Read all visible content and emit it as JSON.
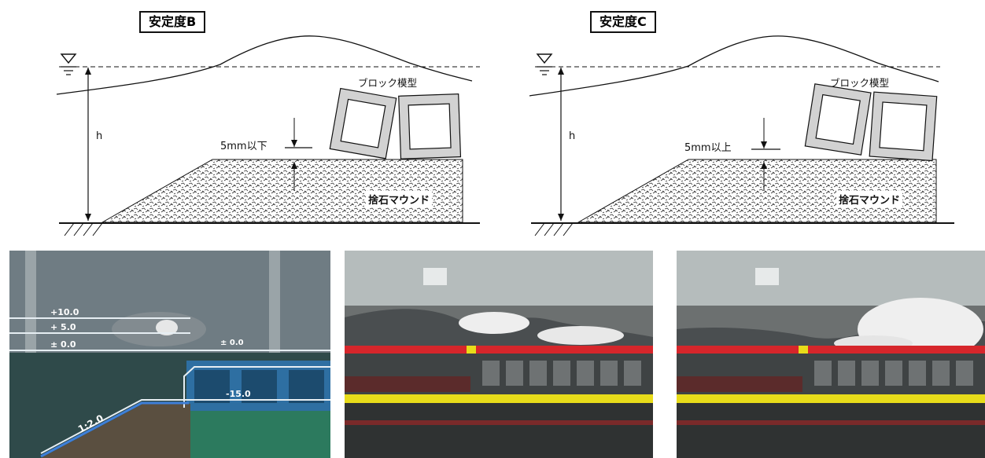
{
  "diagram_b": {
    "title": "安定度B",
    "depth_label": "h",
    "block_label": "ブロック模型",
    "settlement_label": "5mm以下",
    "mound_label": "捨石マウンド"
  },
  "diagram_c": {
    "title": "安定度C",
    "depth_label": "h",
    "block_label": "ブロック模型",
    "settlement_label": "5mm以上",
    "mound_label": "捨石マウンド"
  },
  "photo_1": {
    "marks": [
      "+10.0",
      "+ 5.0",
      "± 0.0",
      "± 0.0",
      "-15.0",
      "1:2.0"
    ]
  },
  "colors": {
    "red_rail": "#d6262b",
    "yellow_rail": "#e8dc1a",
    "blue_line": "#3e7fd8",
    "photo_bg": "#5b6a73"
  }
}
